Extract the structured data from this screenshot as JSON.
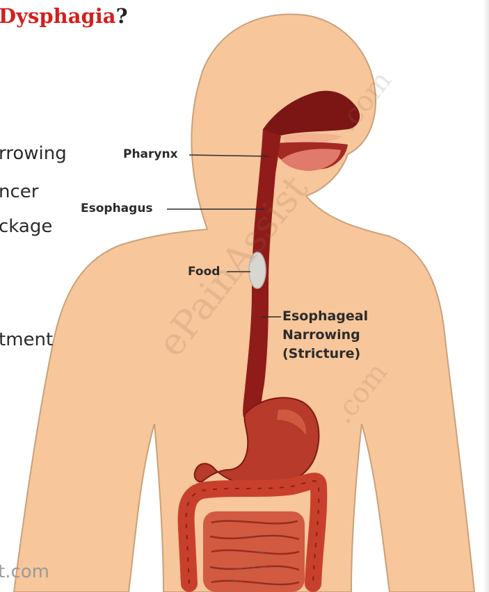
{
  "title": {
    "main": "Dysphagia",
    "punct": "?"
  },
  "causes_list": {
    "line1": "rrowing",
    "line2": "ncer",
    "line3": "ckage",
    "line4": "tment"
  },
  "labels": {
    "pharynx": "Pharynx",
    "esophagus": "Esophagus",
    "food": "Food",
    "narrowing_l1": "Esophageal",
    "narrowing_l2": "Narrowing",
    "narrowing_l3": "(Stricture)"
  },
  "watermark": {
    "upper": ".com",
    "middle": "ePainAssist",
    "lower": ".com",
    "bottom": "ePai"
  },
  "footer": {
    "text": "t.com"
  },
  "colors": {
    "title_red": "#d2201e",
    "skin": "#f7c69a",
    "esophagus": "#8f1c18",
    "intestine": "#c8402c",
    "food": "#d8d6d0"
  }
}
